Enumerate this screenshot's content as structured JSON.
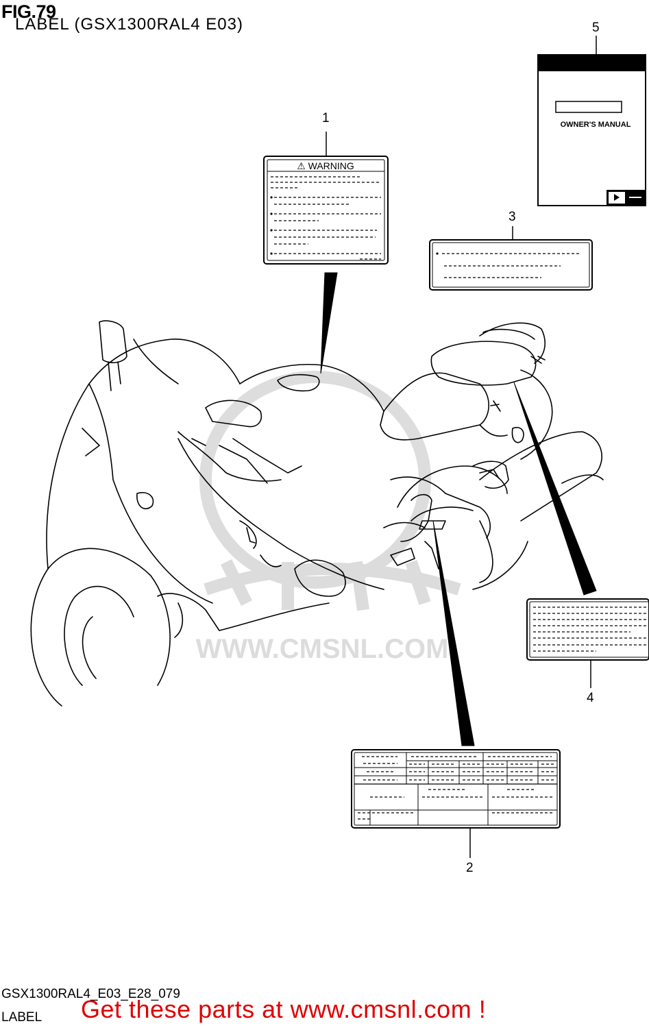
{
  "header": {
    "fig_number": "FIG.79",
    "title": "LABEL (GSX1300RAL4 E03)"
  },
  "callouts": [
    "1",
    "2",
    "3",
    "4",
    "5"
  ],
  "labels": {
    "warning": "⚠ WARNING",
    "manual": "OWNER'S MANUAL"
  },
  "watermark": {
    "text": "WWW.CMSNL.COM"
  },
  "footer": {
    "ref_code": "GSX1300RAL4_E03_E28_079",
    "section": "LABEL",
    "promo": "Get these parts at www.cmsnl.com !"
  },
  "colors": {
    "promo": "#e00000",
    "watermark": "#d8d8d8",
    "line": "#000000"
  }
}
